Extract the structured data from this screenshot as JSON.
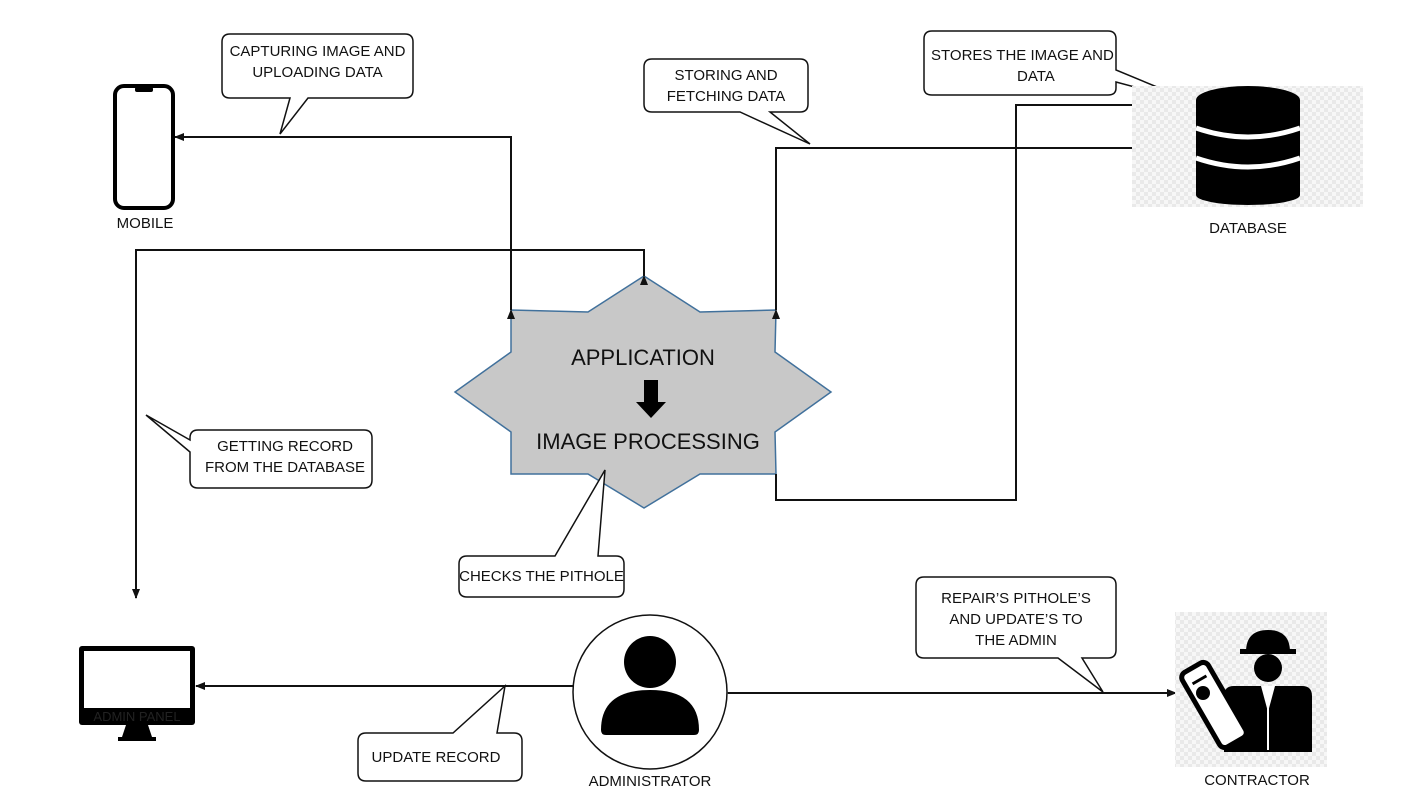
{
  "nodes": {
    "mobile": "MOBILE",
    "database": "DATABASE",
    "application": "APPLICATION",
    "image_processing": "IMAGE PROCESSING",
    "admin_panel": "ADMIN PANEL",
    "administrator": "ADMINISTRATOR",
    "contractor": "CONTRACTOR"
  },
  "callouts": {
    "capturing": [
      "CAPTURING IMAGE AND",
      "UPLOADING DATA"
    ],
    "storing": [
      "STORING AND",
      "FETCHING DATA"
    ],
    "stores": [
      "STORES THE IMAGE AND",
      "DATA"
    ],
    "getting": [
      "GETTING RECORD",
      "FROM THE DATABASE"
    ],
    "checks": [
      "CHECKS THE PITHOLE"
    ],
    "repairs": [
      "REPAIR’S PITHOLE’S",
      "AND UPDATE’S TO",
      "THE ADMIN"
    ],
    "update": [
      "UPDATE RECORD"
    ]
  },
  "colors": {
    "star_fill": "#c8c8c8",
    "star_stroke": "#41719c",
    "line": "#111111",
    "icon": "#000000",
    "checker": "#eeeeee"
  },
  "icons": {
    "mobile": "smartphone-icon",
    "database": "database-icon",
    "admin_panel": "monitor-icon",
    "administrator": "user-icon",
    "contractor": "engineer-icon",
    "process_arrow": "arrow-down-icon"
  }
}
